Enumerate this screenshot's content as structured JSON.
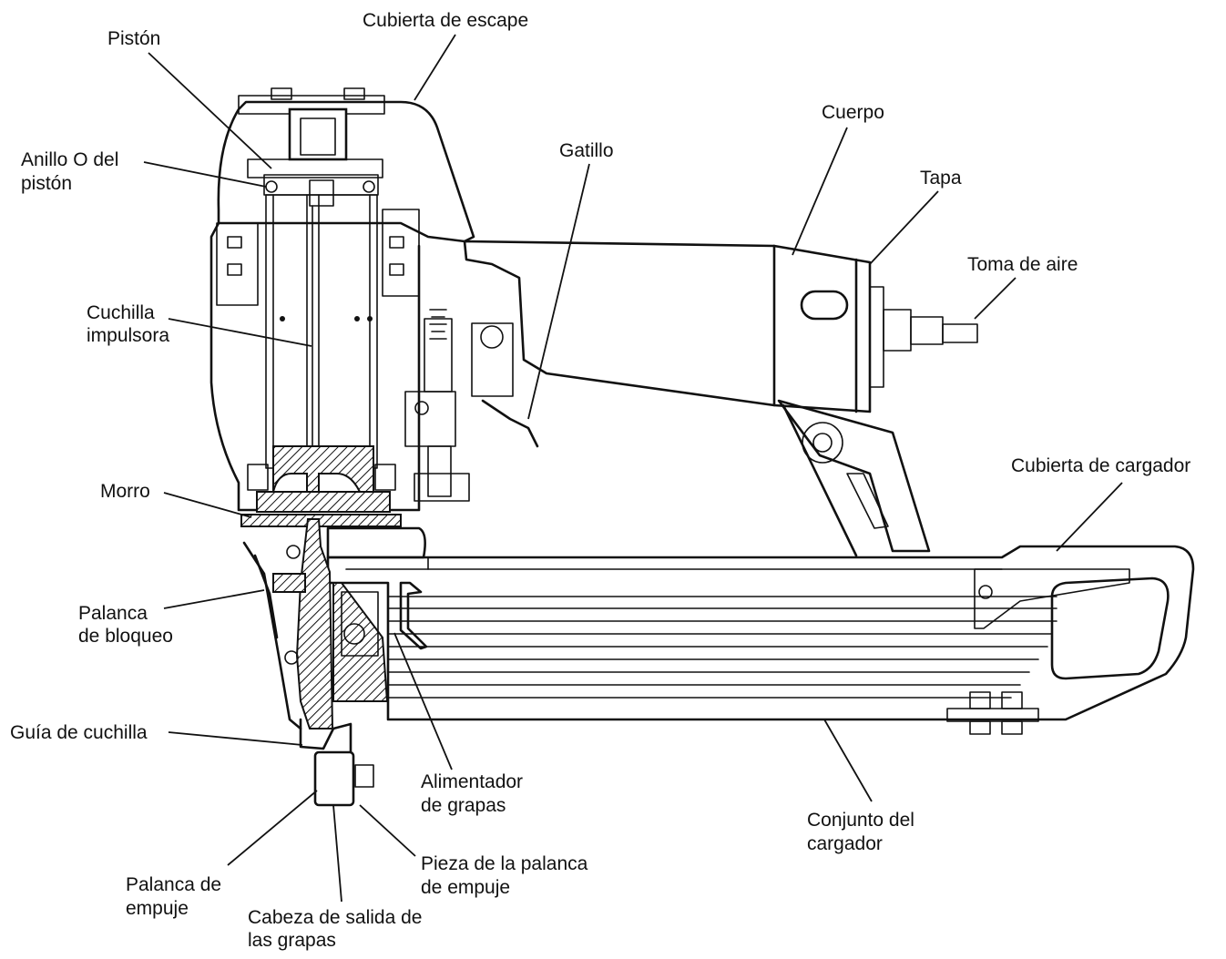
{
  "labels": {
    "piston": "Pistón",
    "exhaust_cover": "Cubierta de escape",
    "piston_o_ring_1": "Anillo O del",
    "piston_o_ring_2": "pistón",
    "trigger": "Gatillo",
    "body": "Cuerpo",
    "cap": "Tapa",
    "air_inlet": "Toma de aire",
    "driver_blade_1": "Cuchilla",
    "driver_blade_2": "impulsora",
    "magazine_cover": "Cubierta de cargador",
    "nose": "Morro",
    "lock_lever_1": "Palanca",
    "lock_lever_2": "de bloqueo",
    "blade_guide": "Guía de cuchilla",
    "staple_feeder_1": "Alimentador",
    "staple_feeder_2": "de grapas",
    "magazine_assembly_1": "Conjunto del",
    "magazine_assembly_2": "cargador",
    "push_lever_piece_1": "Pieza de la palanca",
    "push_lever_piece_2": "de empuje",
    "push_lever_1": "Palanca de",
    "push_lever_2": "empuje",
    "staple_outlet_head_1": "Cabeza de salida de",
    "staple_outlet_head_2": "las grapas"
  }
}
